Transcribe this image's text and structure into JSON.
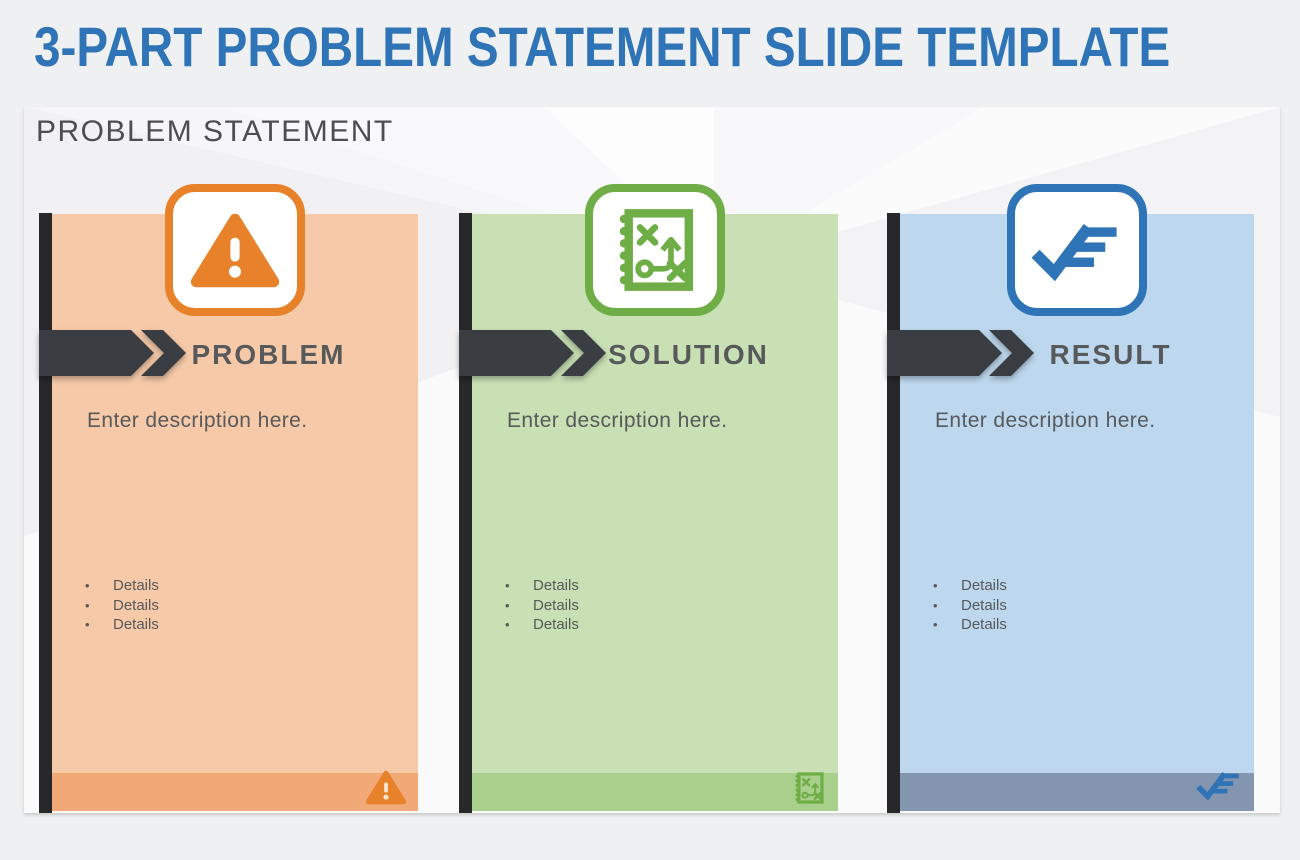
{
  "page_title": "3-PART PROBLEM STATEMENT SLIDE TEMPLATE",
  "slide": {
    "heading": "PROBLEM STATEMENT",
    "columns": [
      {
        "title": "PROBLEM",
        "description": "Enter description here.",
        "bullets": [
          "Details",
          "Details",
          "Details"
        ],
        "icon": "warning-icon",
        "accent": "#e8822a",
        "card_bg": "#f6c9a8",
        "strip_bg": "#f2a978"
      },
      {
        "title": "SOLUTION",
        "description": "Enter description here.",
        "bullets": [
          "Details",
          "Details",
          "Details"
        ],
        "icon": "strategy-icon",
        "accent": "#6fae47",
        "card_bg": "#c8e0b4",
        "strip_bg": "#a9cf8c"
      },
      {
        "title": "RESULT",
        "description": "Enter description here.",
        "bullets": [
          "Details",
          "Details",
          "Details"
        ],
        "icon": "checklist-icon",
        "accent": "#2e74b6",
        "card_bg": "#bdd8ee",
        "strip_bg": "#8495b0"
      }
    ]
  },
  "colors": {
    "page_background": "#eff0f1",
    "slide_background": "#f7f7f9",
    "title_blue": "#2e74b6",
    "text_gray": "#58595b",
    "bar_dark": "#26282a",
    "arrow_dark": "#3a3d42"
  }
}
